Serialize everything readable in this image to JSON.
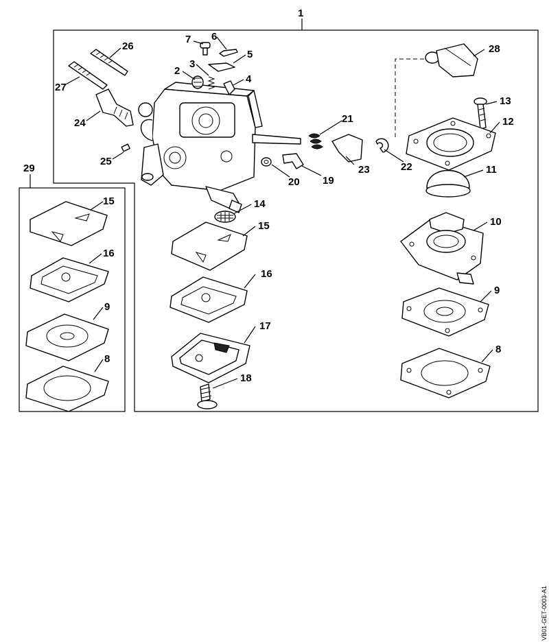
{
  "diagram_code": "VB01-GET-0003-A1",
  "callouts": {
    "c1": "1",
    "c2": "2",
    "c3": "3",
    "c4": "4",
    "c5": "5",
    "c6": "6",
    "c7": "7",
    "c8a": "8",
    "c8b": "8",
    "c9a": "9",
    "c9b": "9",
    "c10": "10",
    "c11": "11",
    "c12": "12",
    "c13": "13",
    "c14": "14",
    "c15a": "15",
    "c15b": "15",
    "c16a": "16",
    "c16b": "16",
    "c17": "17",
    "c18": "18",
    "c19": "19",
    "c20": "20",
    "c21": "21",
    "c22": "22",
    "c23": "23",
    "c24": "24",
    "c25": "25",
    "c26": "26",
    "c27": "27",
    "c28": "28",
    "c29": "29"
  }
}
